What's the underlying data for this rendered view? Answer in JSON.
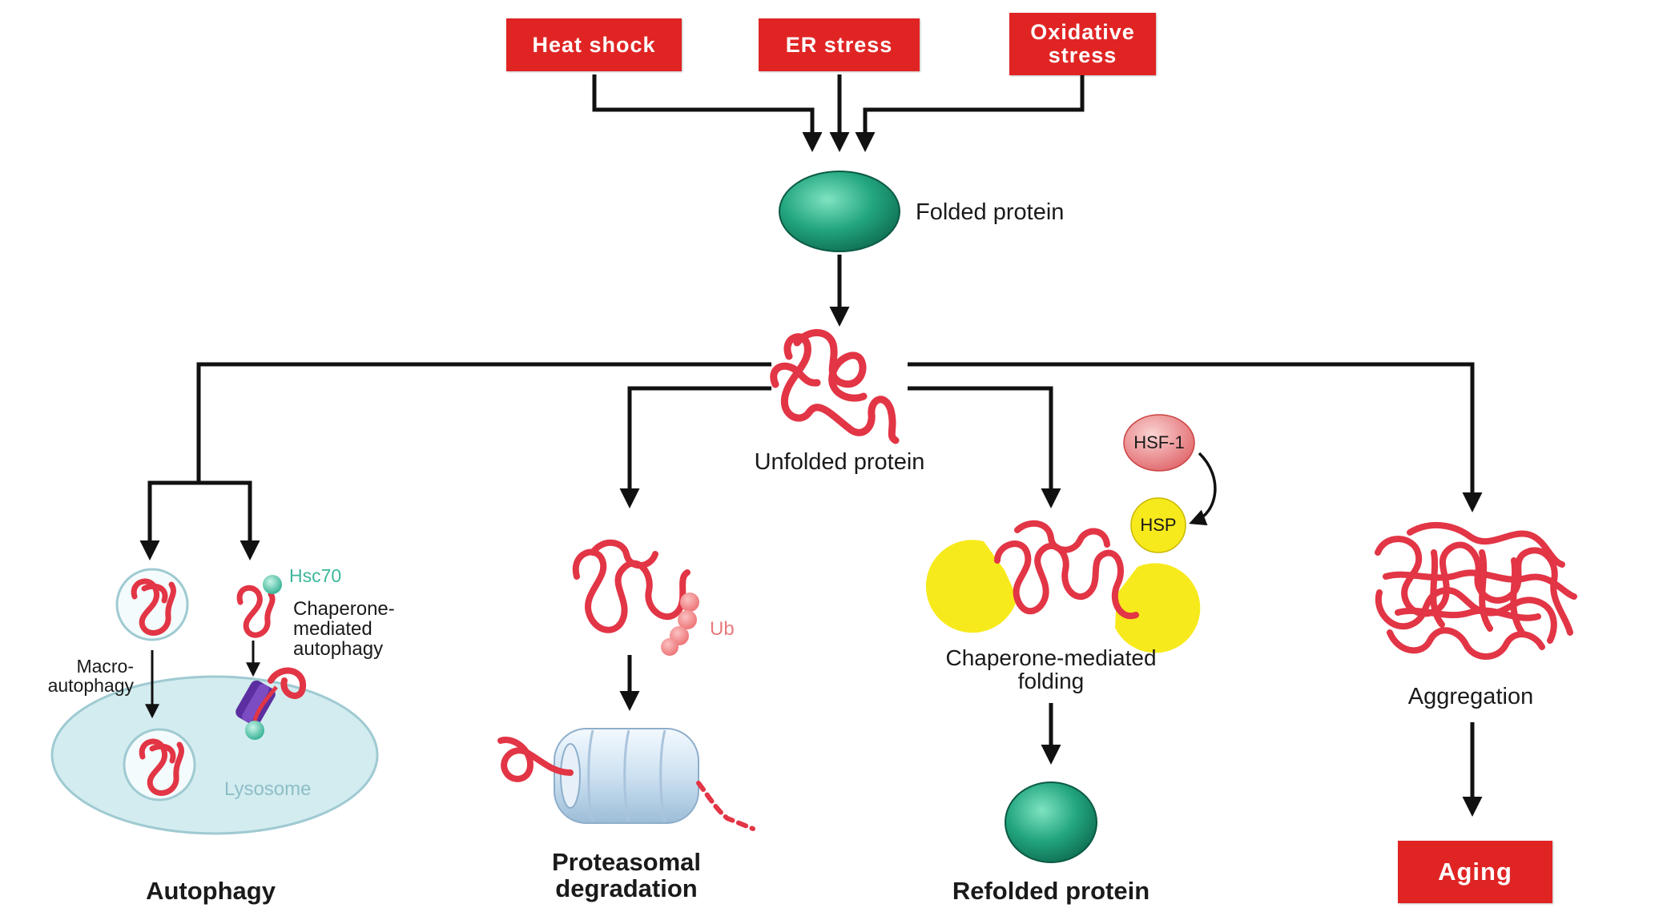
{
  "stressors": {
    "heat_shock": "Heat shock",
    "er_stress": "ER stress",
    "oxidative_stress": "Oxidative\nstress"
  },
  "folded_protein": "Folded protein",
  "unfolded_protein": "Unfolded protein",
  "autophagy": {
    "title": "Autophagy",
    "macroautophagy": "Macro-\nautophagy",
    "chaperone_mediated": "Chaperone-\nmediated\nautophagy",
    "hsc70": "Hsc70",
    "lysosome": "Lysosome"
  },
  "proteasomal": {
    "title": "Proteasomal\ndegradation",
    "ub": "Ub"
  },
  "refolding": {
    "hsf1": "HSF-1",
    "hsp": "HSP",
    "chaperone_folding": "Chaperone-mediated\nfolding",
    "title": "Refolded protein"
  },
  "aggregation": {
    "label": "Aggregation",
    "aging": "Aging"
  },
  "colors": {
    "stress_box": "#e02424",
    "protein_strand": "#e23545",
    "folded_green": "#1f9e7a",
    "hsp_yellow": "#f7ea1c",
    "hsf_pink": "#ec7d80",
    "lysosome_fill": "#d3ecef",
    "hsc70_teal": "#3cb79b"
  },
  "icons": [
    "arrow-icon",
    "folded-protein-icon",
    "unfolded-protein-icon",
    "proteasome-icon",
    "chaperone-icon",
    "aggregate-icon",
    "lysosome-icon"
  ]
}
